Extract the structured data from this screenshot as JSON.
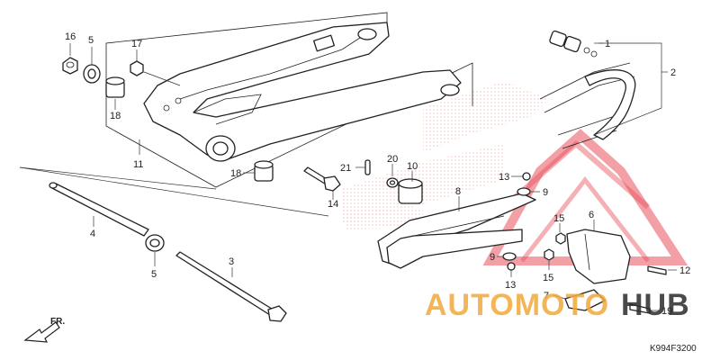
{
  "diagram": {
    "code": "K994F3200",
    "direction_label": "FR.",
    "callouts": {
      "n1": "1",
      "n2": "2",
      "n3": "3",
      "n4": "4",
      "n5a": "5",
      "n5b": "5",
      "n6": "6",
      "n7": "7",
      "n8": "8",
      "n9a": "9",
      "n9b": "9",
      "n10": "10",
      "n11": "11",
      "n12": "12",
      "n13a": "13",
      "n13b": "13",
      "n14": "14",
      "n15a": "15",
      "n15b": "15",
      "n16": "16",
      "n17": "17",
      "n18a": "18",
      "n18b": "18",
      "n19": "19",
      "n20": "20",
      "n21": "21"
    }
  },
  "watermark": {
    "text_part1": "AUTOMOTO",
    "text_part2": "HUB",
    "color_red": "#e8505b",
    "color_orange": "#f3a93a",
    "color_dark": "#2b2b2b"
  }
}
